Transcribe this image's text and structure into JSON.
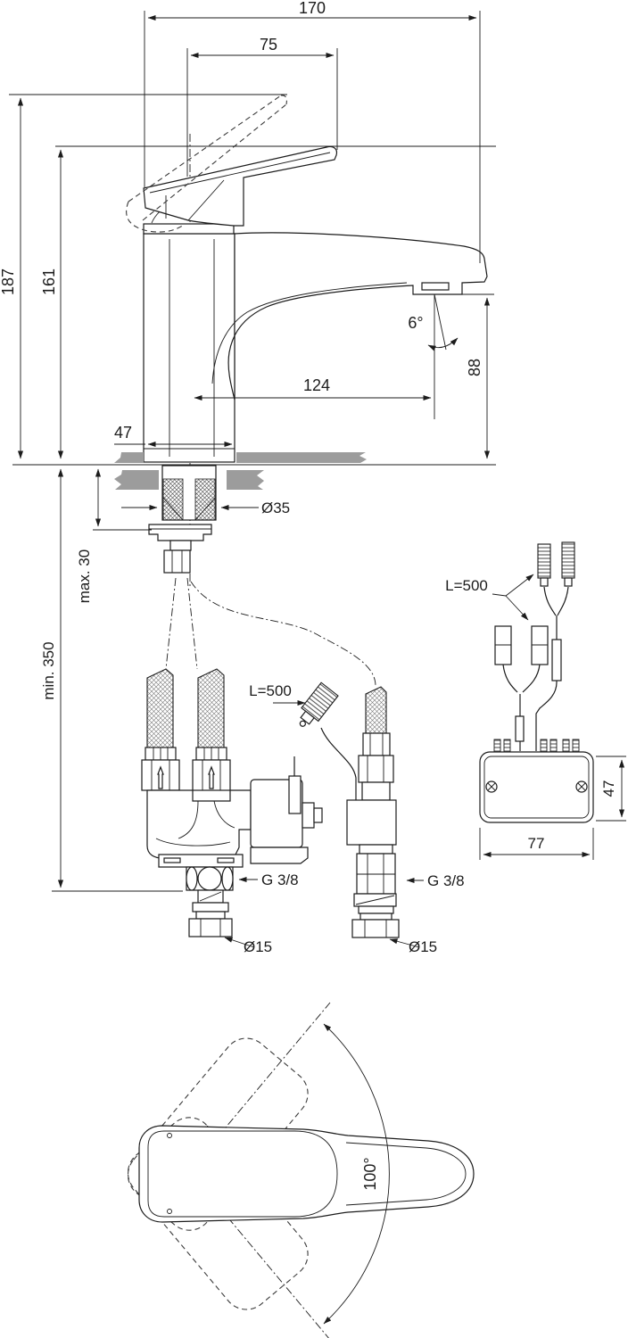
{
  "drawing": {
    "side_view": {
      "total_depth": "170",
      "handle_depth": "75",
      "open_height": "187",
      "closed_height": "161",
      "spout_angle": "6°",
      "outlet_height": "88",
      "spout_reach": "124",
      "base_width": "47"
    },
    "installation_view": {
      "hole_diameter": "Ø35",
      "max_deck_thickness": "max. 30",
      "min_clearance": "min. 350",
      "sensor_cable_length": "L=500",
      "supply_thread_left": "G 3/8",
      "supply_thread_right": "G 3/8",
      "pipe_diameter_left": "Ø15",
      "pipe_diameter_right": "Ø15",
      "box_cable_length": "L=500",
      "box_width": "77",
      "box_height": "47"
    },
    "plan_view": {
      "swivel_angle": "100°"
    }
  }
}
